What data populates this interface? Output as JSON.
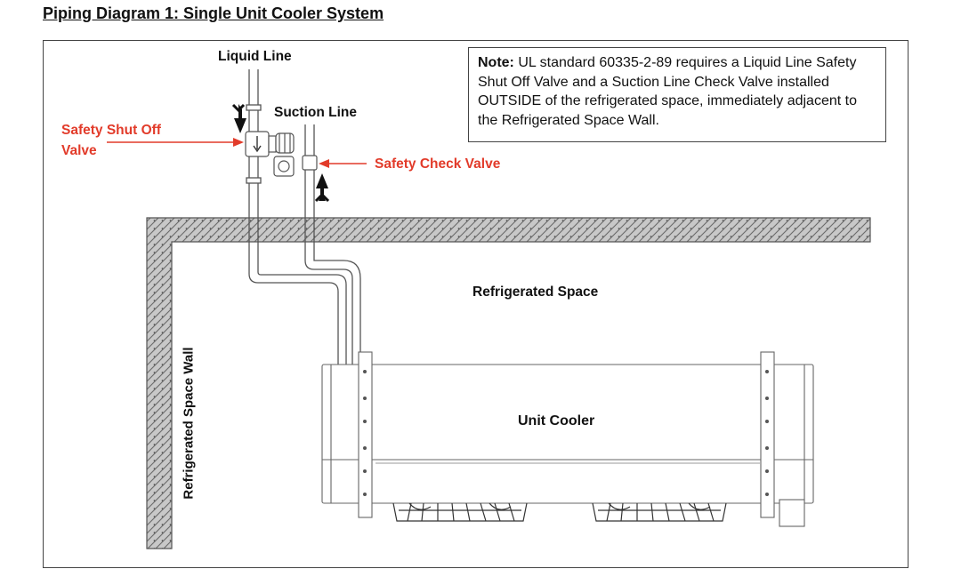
{
  "title": "Piping Diagram 1: Single Unit Cooler System",
  "note": {
    "prefix": "Note:",
    "text": " UL standard 60335-2-89 requires a Liquid Line Safety Shut Off Valve and a Suction Line Check Valve installed OUTSIDE of the refrigerated space, immediately adjacent to the Refrigerated Space Wall."
  },
  "labels": {
    "liquid_line": "Liquid Line",
    "suction_line": "Suction Line",
    "safety_shut_off_line1": "Safety Shut Off",
    "safety_shut_off_line2": "Valve",
    "safety_check_valve": "Safety Check Valve",
    "refrigerated_space": "Refrigerated Space",
    "unit_cooler": "Unit Cooler",
    "refrigerated_space_wall": "Refrigerated Space Wall"
  },
  "colors": {
    "callout_red": "#e23b2a",
    "line": "#444444",
    "wall_fill": "#bdbdbd"
  }
}
